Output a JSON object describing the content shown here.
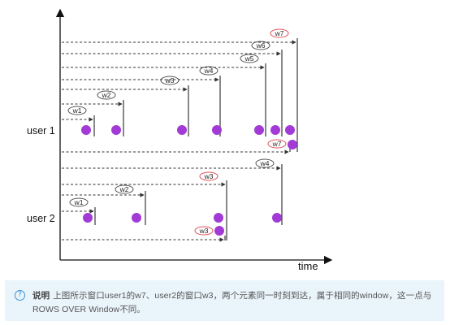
{
  "diagram": {
    "row_labels": [
      "user 1",
      "user 2"
    ],
    "axis_label": "time",
    "windows": [
      {
        "label": "w1",
        "style": "gray"
      },
      {
        "label": "w2",
        "style": "gray"
      },
      {
        "label": "w3",
        "style": "gray"
      },
      {
        "label": "w4",
        "style": "gray"
      },
      {
        "label": "w5",
        "style": "gray"
      },
      {
        "label": "w6",
        "style": "gray"
      },
      {
        "label": "w7",
        "style": "red"
      },
      {
        "label": "w7",
        "style": "red"
      },
      {
        "label": "w4",
        "style": "gray"
      },
      {
        "label": "w3",
        "style": "red"
      },
      {
        "label": "w2",
        "style": "gray"
      },
      {
        "label": "w1",
        "style": "gray"
      },
      {
        "label": "w3",
        "style": "red"
      }
    ],
    "colors": {
      "dot": "#a23bd6",
      "highlight_oval": "#e0505a",
      "normal_oval": "#555555",
      "arrow": "#333333"
    }
  },
  "note": {
    "icon": "question-circle-icon",
    "title": "说明",
    "text": "上图所示窗口user1的w7、user2的窗口w3，两个元素同一时刻到达，属于相同的window，这一点与ROWS OVER Window不同。"
  }
}
